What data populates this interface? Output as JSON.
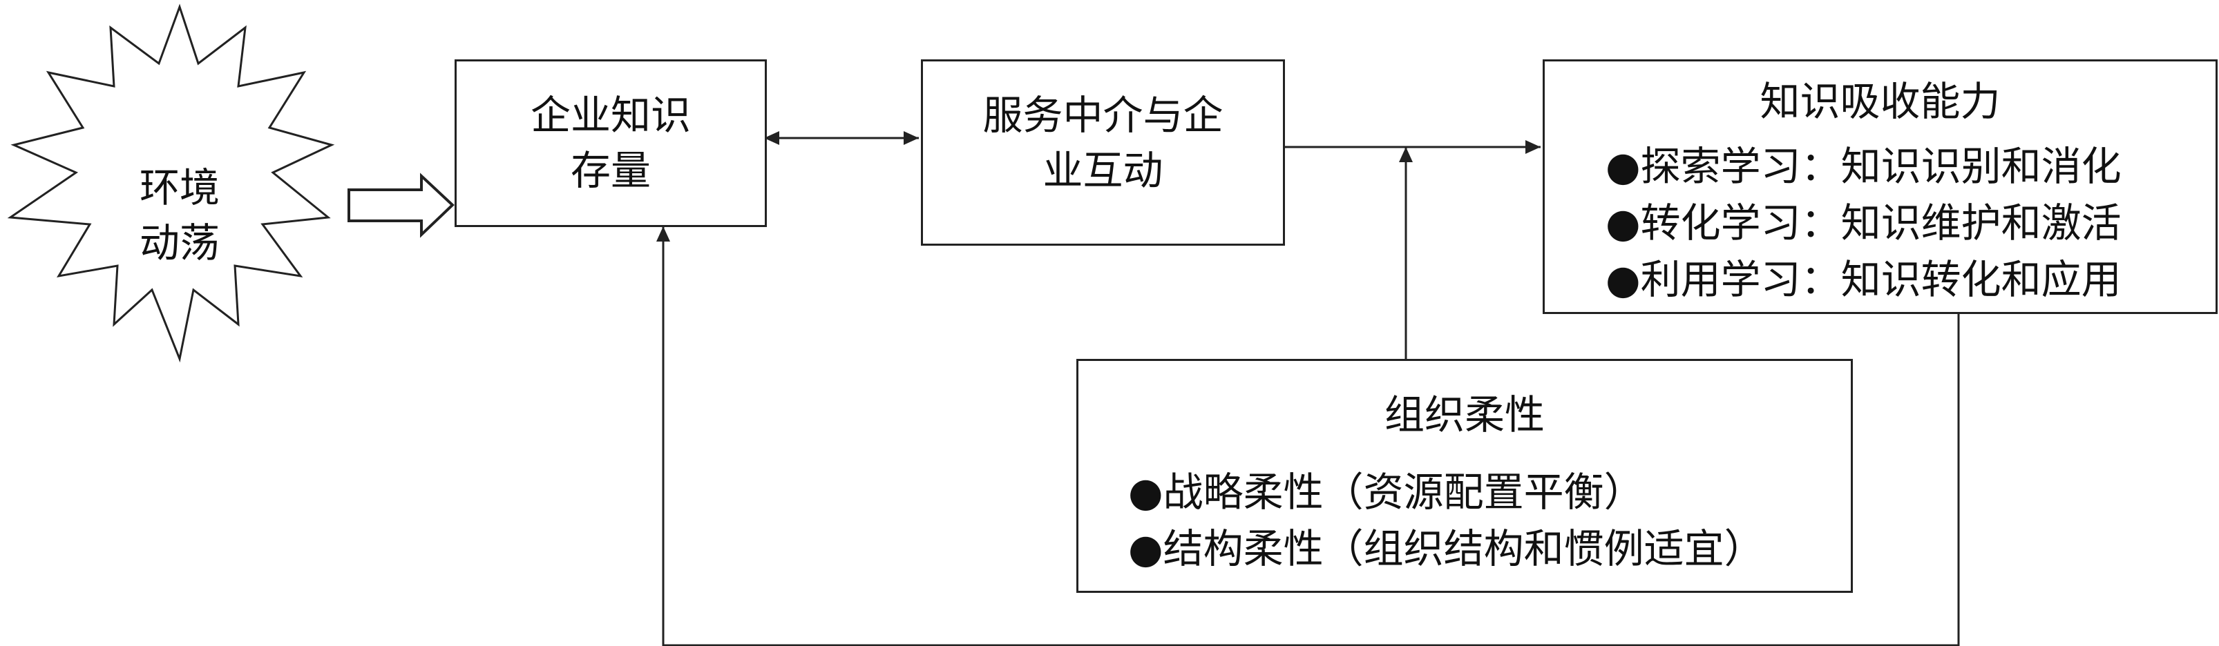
{
  "environment": {
    "line1": "环境",
    "line2": "动荡"
  },
  "knowledge_stock": {
    "line1": "企业知识",
    "line2": "存量"
  },
  "interaction": {
    "line1": "服务中介与企",
    "line2": "业互动"
  },
  "absorptive_capacity": {
    "title": "知识吸收能力",
    "items": [
      "●探索学习：知识识别和消化",
      "●转化学习：知识维护和激活",
      "●利用学习：知识转化和应用"
    ]
  },
  "flexibility": {
    "title": "组织柔性",
    "items": [
      "●战略柔性（资源配置平衡）",
      "●结构柔性（组织结构和惯例适宜）"
    ]
  }
}
